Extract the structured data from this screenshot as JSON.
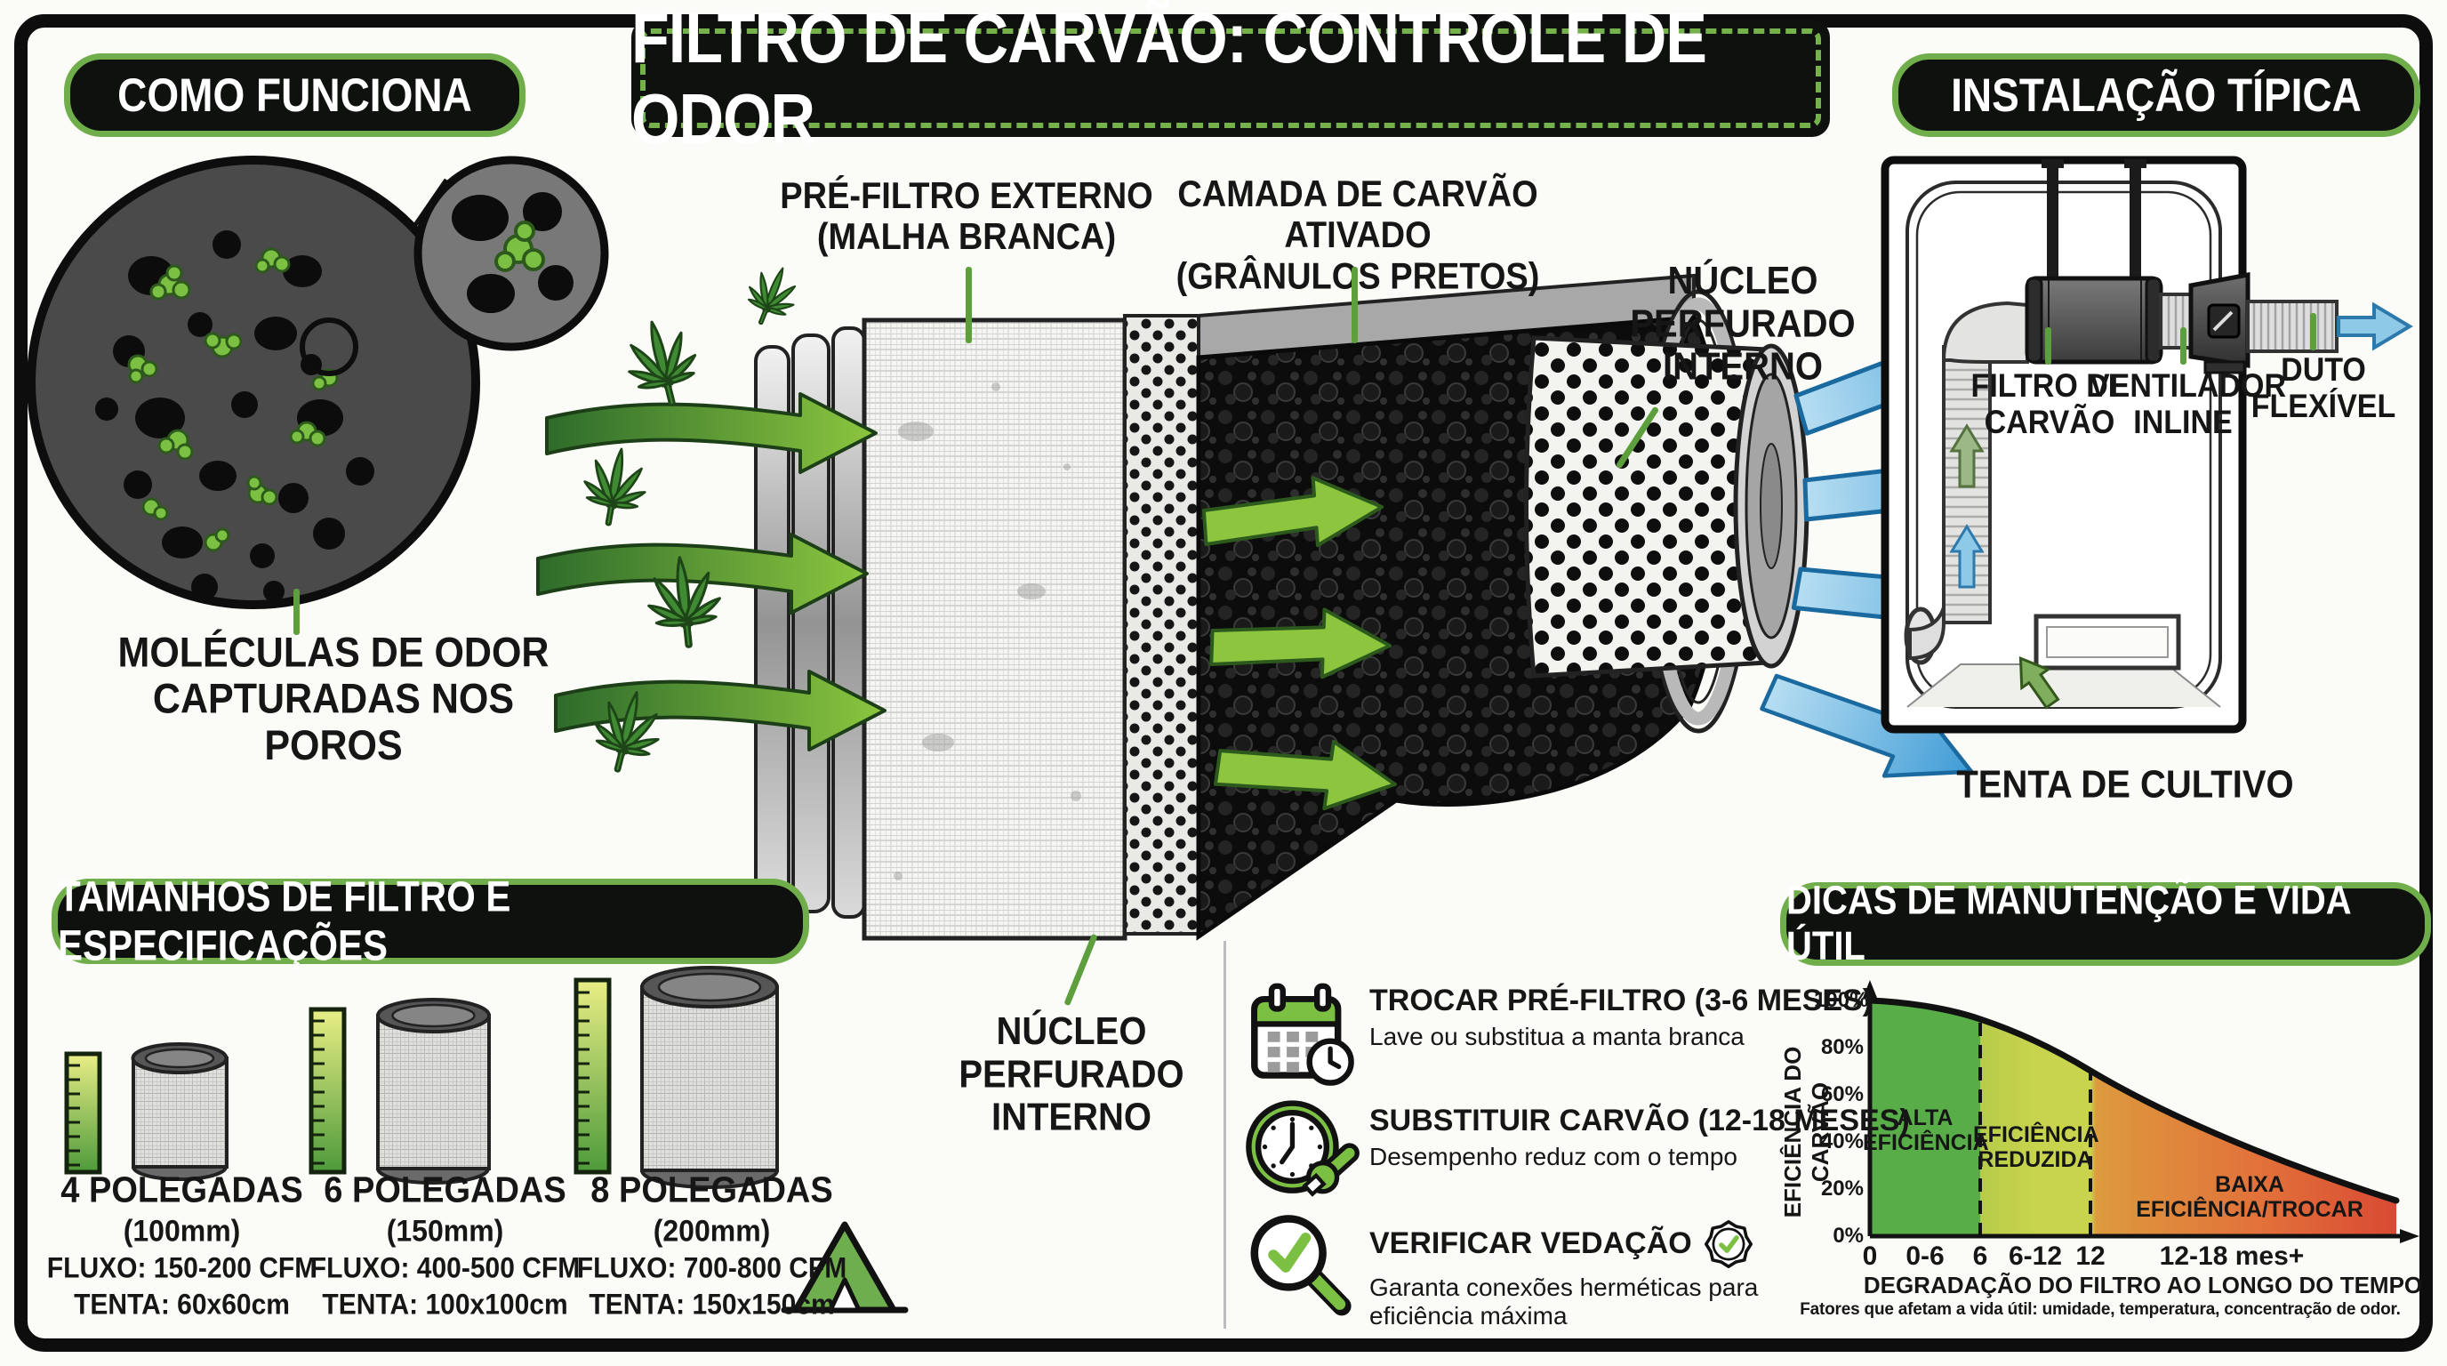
{
  "title": "FILTRO DE CARVÃO: CONTROLE DE ODOR",
  "colors": {
    "accent_green": "#6fae4a",
    "header_bg": "#0e110e",
    "arrow_green": "#5c9e3c",
    "arrow_blue": "#5aaede",
    "zone_green": "#58ad49",
    "zone_yellow": "#c8d44d",
    "zone_red": "#d94a33"
  },
  "sections": {
    "how": {
      "header": "COMO FUNCIONA",
      "caption": "MOLÉCULAS DE ODOR\nCAPTURADAS NOS POROS"
    },
    "filter": {
      "prefilter_label": "PRÉ-FILTRO EXTERNO\n(MALHA BRANCA)",
      "carbon_label": "CAMADA DE CARVÃO ATIVADO\n(GRÂNULOS PRETOS)",
      "core_label_right": "NÚCLEO\nPERFURADO\nINTERNO",
      "core_label_bottom": "NÚCLEO PERFURADO\nINTERNO"
    },
    "install": {
      "header": "INSTALAÇÃO TÍPICA",
      "filter_label": "FILTRO DE\nCARVÃO",
      "fan_label": "VENTILADOR\nINLINE",
      "duct_label": "DUTO\nFLEXÍVEL",
      "caption": "TENTA DE CULTIVO"
    },
    "sizes": {
      "header": "TAMANHOS DE FILTRO E ESPECIFICAÇÕES",
      "items": [
        {
          "name": "4 POLEGADAS",
          "mm": "(100mm)",
          "flow": "FLUXO: 150-200 CFM",
          "tent": "TENTA: 60x60cm"
        },
        {
          "name": "6 POLEGADAS",
          "mm": "(150mm)",
          "flow": "FLUXO: 400-500 CFM",
          "tent": "TENTA: 100x100cm"
        },
        {
          "name": "8 POLEGADAS",
          "mm": "(200mm)",
          "flow": "FLUXO: 700-800 CFM",
          "tent": "TENTA: 150x150cm"
        }
      ],
      "tent_icon": "tent-icon"
    },
    "tips": {
      "header": "DICAS DE MANUTENÇÃO E VIDA ÚTIL",
      "items": [
        {
          "title": "TROCAR PRÉ-FILTRO (3-6 MESES)",
          "desc": "Lave ou substitua a manta branca",
          "icon": "calendar-clock-icon"
        },
        {
          "title": "SUBSTITUIR CARVÃO (12-18 MESES)",
          "desc": "Desempenho reduz com o tempo",
          "icon": "clock-wrench-icon"
        },
        {
          "title": "VERIFICAR VEDAÇÃO",
          "desc": "Garanta conexões herméticas para\neficiência máxima",
          "icon": "magnifier-check-icon",
          "badge_icon": "seal-check-icon"
        }
      ],
      "footnote": "Fatores que afetam a vida útil: umidade, temperatura, concentração de odor."
    }
  },
  "chart_data": {
    "type": "area",
    "title": "",
    "xlabel": "DEGRADAÇÃO DO FILTRO AO LONGO DO TEMPO",
    "ylabel": "EFICIÊNCIA DO CARVÃO",
    "x_ticks": [
      "0",
      "0-6",
      "6",
      "6-12",
      "12",
      "12-18 mes+"
    ],
    "y_ticks": [
      "0%",
      "20%",
      "40%",
      "60%",
      "80%",
      "100%"
    ],
    "ylim": [
      0,
      100
    ],
    "x_unit": "meses",
    "grid": false,
    "legend": false,
    "series": [
      {
        "name": "Eficiência do carvão",
        "x_months": [
          0,
          3,
          6,
          9,
          12,
          15,
          18
        ],
        "values_percent": [
          100,
          97,
          92,
          82,
          70,
          45,
          15
        ]
      }
    ],
    "zones": [
      {
        "label": "ALTA EFICIÊNCIA",
        "from_month": 0,
        "to_month": 6,
        "color": "#58ad49"
      },
      {
        "label": "EFICIÊNCIA REDUZIDA",
        "from_month": 6,
        "to_month": 12,
        "color": "#c8d44d"
      },
      {
        "label": "BAIXA EFICIÊNCIA/TROCAR",
        "from_month": 12,
        "to_month": 18,
        "color": "#e0603a"
      }
    ]
  }
}
